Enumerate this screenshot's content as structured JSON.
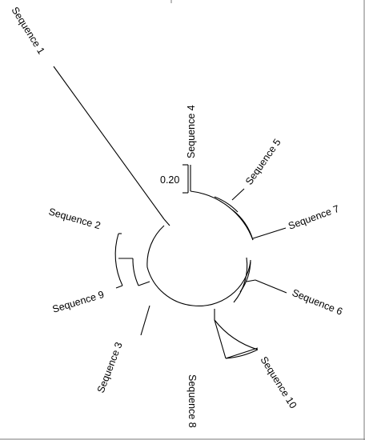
{
  "tree": {
    "scale_bar_label": "0.20",
    "taxa": [
      {
        "id": "seq1",
        "label": "Sequence 1"
      },
      {
        "id": "seq2",
        "label": "Sequence 2"
      },
      {
        "id": "seq3",
        "label": "Sequence 3"
      },
      {
        "id": "seq4",
        "label": "Sequence 4"
      },
      {
        "id": "seq5",
        "label": "Sequence 5"
      },
      {
        "id": "seq6",
        "label": "Sequence 6"
      },
      {
        "id": "seq7",
        "label": "Sequence 7"
      },
      {
        "id": "seq8",
        "label": "Sequence 8"
      },
      {
        "id": "seq9",
        "label": "Sequence 9"
      },
      {
        "id": "seq10",
        "label": "Sequence 10"
      }
    ]
  }
}
